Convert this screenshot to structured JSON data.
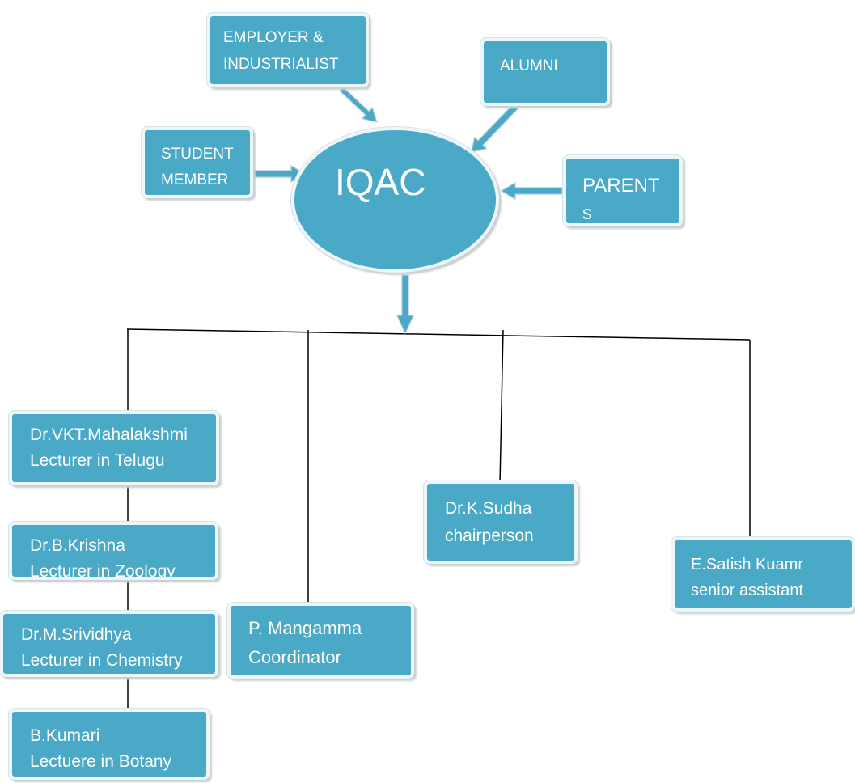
{
  "center": {
    "label": "IQAC"
  },
  "stakeholders": {
    "employer": [
      "EMPLOYER &",
      "INDUSTRIALIST"
    ],
    "alumni": [
      "ALUMNI"
    ],
    "student": [
      "STUDENT",
      "MEMBER"
    ],
    "parents": [
      "PARENT",
      "s"
    ]
  },
  "members": {
    "mahalakshmi": [
      "Dr.VKT.Mahalakshmi",
      "Lecturer in Telugu"
    ],
    "krishna": [
      "Dr.B.Krishna",
      "Lecturer in Zoology"
    ],
    "srividhya": [
      "Dr.M.Srividhya",
      "Lecturer in Chemistry"
    ],
    "kumari": [
      "B.Kumari",
      "Lectuere in Botany"
    ],
    "mangamma": [
      "P. Mangamma",
      "Coordinator"
    ],
    "sudha": [
      "Dr.K.Sudha",
      "chairperson"
    ],
    "satish": [
      "E.Satish Kuamr",
      "senior assistant"
    ]
  },
  "colors": {
    "box_fill": "#4aa9c6",
    "box_border": "#eef6fa",
    "connector": "#000000",
    "arrow_fill": "#4aa9c6"
  }
}
